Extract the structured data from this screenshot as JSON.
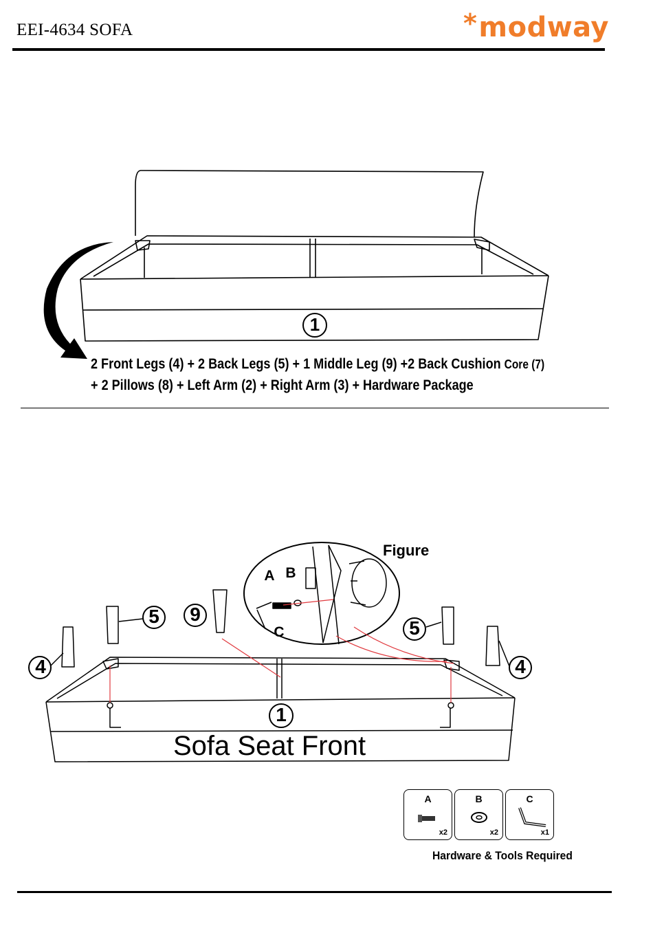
{
  "header": {
    "doc_title": "EEI-4634 SOFA",
    "logo_text": "modway",
    "logo_color": "#f07d2a"
  },
  "box_contents": {
    "line1": "2 Front Legs (4) + 2 Back Legs (5) + 1 Middle Leg (9) +2 Back Cushion",
    "line1_tail": "Core (7)",
    "line2": "+ 2 Pillows (8) + Left Arm (2) + Right Arm (3) + Hardware Package"
  },
  "step1": {
    "part_number": "1"
  },
  "step2": {
    "figure_label": "Figure",
    "seat_label": "Sofa Seat Front",
    "part_number": "1",
    "legs": {
      "front": "4",
      "back": "5",
      "middle": "9"
    },
    "callouts": {
      "bolt": "A",
      "washer": "B",
      "key": "C"
    },
    "accent_color": "#e0393e"
  },
  "hardware": {
    "caption": "Hardware & Tools Required",
    "items": [
      {
        "letter": "A",
        "qty": "x2",
        "icon": "bolt-icon"
      },
      {
        "letter": "B",
        "qty": "x2",
        "icon": "washer-icon"
      },
      {
        "letter": "C",
        "qty": "x1",
        "icon": "allen-key-icon"
      }
    ]
  }
}
